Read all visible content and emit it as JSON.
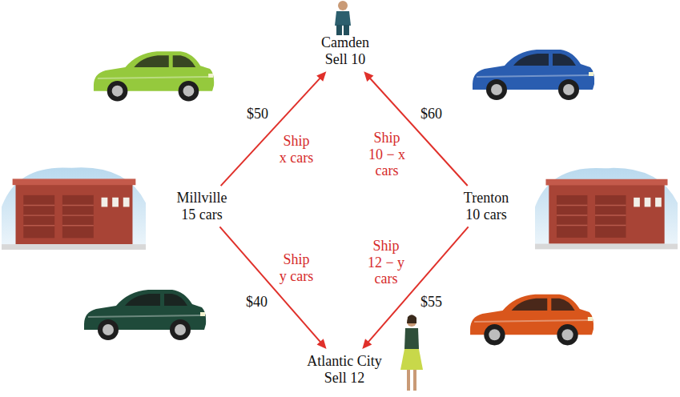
{
  "diagram": {
    "nodes": [
      {
        "text": [
          "Camden Sell 10"
        ]
      },
      {
        "text": [
          "Millville 15 cars"
        ]
      },
      {
        "text": [
          "Trenton 10 cars"
        ]
      },
      {
        "text": [
          "Atlantic City Sell 12"
        ]
      }
    ],
    "edges": [
      {
        "from": 1,
        "to": 0,
        "arrow": "to",
        "label": "Ship x cars"
      },
      {
        "from": 2,
        "to": 0,
        "arrow": "to",
        "label": "Ship 10 − x cars"
      },
      {
        "from": 1,
        "to": 3,
        "arrow": "to",
        "label": "Ship y cars"
      },
      {
        "from": 2,
        "to": 3,
        "arrow": "to",
        "label": "Ship 12 − y cars"
      }
    ],
    "labels": [
      "$50",
      "$60",
      "$40",
      "$55"
    ]
  }
}
